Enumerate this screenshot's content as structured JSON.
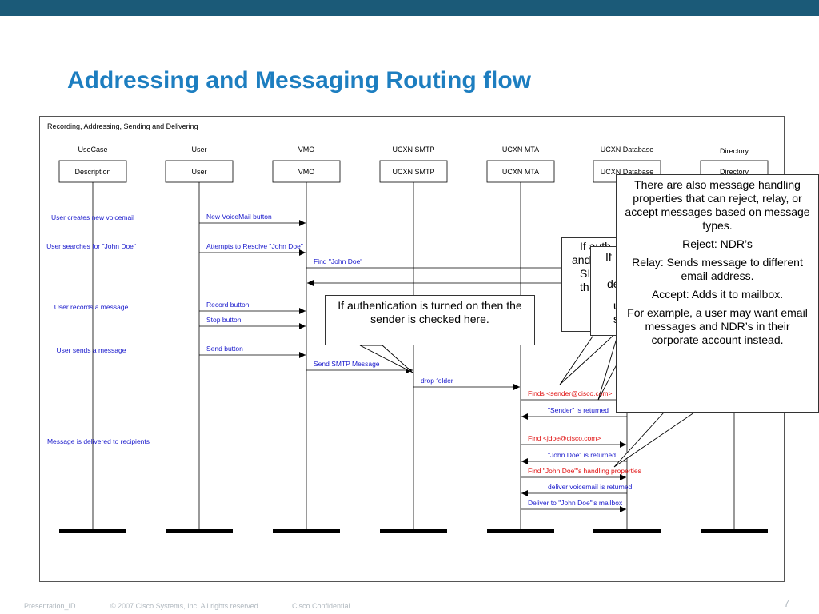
{
  "slide": {
    "title": "Addressing and Messaging Routing flow"
  },
  "diagram": {
    "frame_label": "Recording, Addressing, Sending and Delivering",
    "lanes": [
      {
        "header": "UseCase",
        "box": "Description"
      },
      {
        "header": "User",
        "box": "User"
      },
      {
        "header": "VMO",
        "box": "VMO"
      },
      {
        "header": "UCXN SMTP",
        "box": "UCXN SMTP"
      },
      {
        "header": "UCXN MTA",
        "box": "UCXN MTA"
      },
      {
        "header": "UCXN Database",
        "box": "UCXN Database"
      },
      {
        "header": "Directory",
        "box": "Directory"
      }
    ],
    "usecases": [
      "User creates new voicemail",
      "User searches for \"John Doe\"",
      "User records a message",
      "User sends a message",
      "Message is delivered to recipients"
    ],
    "messages": [
      {
        "label": "New VoiceMail button",
        "from": 1,
        "to": 2,
        "color": "blue"
      },
      {
        "label": "Attempts to Resolve \"John Doe\"",
        "from": 1,
        "to": 2,
        "color": "blue"
      },
      {
        "label": "Find \"John Doe\"",
        "from": 2,
        "to": 6,
        "color": "blue"
      },
      {
        "label": "",
        "from": 6,
        "to": 2,
        "color": "black"
      },
      {
        "label": "Record button",
        "from": 1,
        "to": 2,
        "color": "blue"
      },
      {
        "label": "Stop button",
        "from": 1,
        "to": 2,
        "color": "blue"
      },
      {
        "label": "Send button",
        "from": 1,
        "to": 2,
        "color": "blue"
      },
      {
        "label": "Send SMTP Message",
        "from": 2,
        "to": 3,
        "color": "blue"
      },
      {
        "label": "drop folder",
        "from": 3,
        "to": 4,
        "color": "blue"
      },
      {
        "label": "Finds <sender@cisco.com>",
        "from": 4,
        "to": 5,
        "color": "red"
      },
      {
        "label": "\"Sender\" is returned",
        "from": 5,
        "to": 4,
        "color": "blue"
      },
      {
        "label": "Find <jdoe@cisco.com>",
        "from": 4,
        "to": 5,
        "color": "red"
      },
      {
        "label": "\"John Doe\" is returned",
        "from": 5,
        "to": 4,
        "color": "blue"
      },
      {
        "label": "Find \"John Doe\"'s handling properties",
        "from": 4,
        "to": 5,
        "color": "red"
      },
      {
        "label": "deliver voicemail is returned",
        "from": 5,
        "to": 4,
        "color": "blue"
      },
      {
        "label": "Deliver to \"John Doe\"'s mailbox",
        "from": 4,
        "to": 5,
        "color": "blue"
      }
    ]
  },
  "callouts": {
    "auth_note": "If authentication is turned on then the sender is checked here.",
    "back1_lines": [
      "If auth",
      "and",
      "SI",
      "th"
    ],
    "back2_lines": [
      "If",
      "p",
      "de",
      "u",
      "s"
    ],
    "handling": [
      "There are also message handling properties that can reject, relay, or accept messages based on  message types.",
      "Reject:  NDR’s",
      "Relay: Sends message to different email address.",
      "Accept: Adds it to mailbox.",
      "For example, a user may want email messages and NDR’s in their corporate account instead."
    ]
  },
  "footer": {
    "presentation_id": "Presentation_ID",
    "copyright": "© 2007 Cisco Systems, Inc. All rights reserved.",
    "confidential": "Cisco Confidential",
    "page": "7"
  },
  "colors": {
    "topbar": "#1b5a78",
    "title": "#1d7ec0",
    "blue": "#1a1acc",
    "red": "#e01010"
  }
}
